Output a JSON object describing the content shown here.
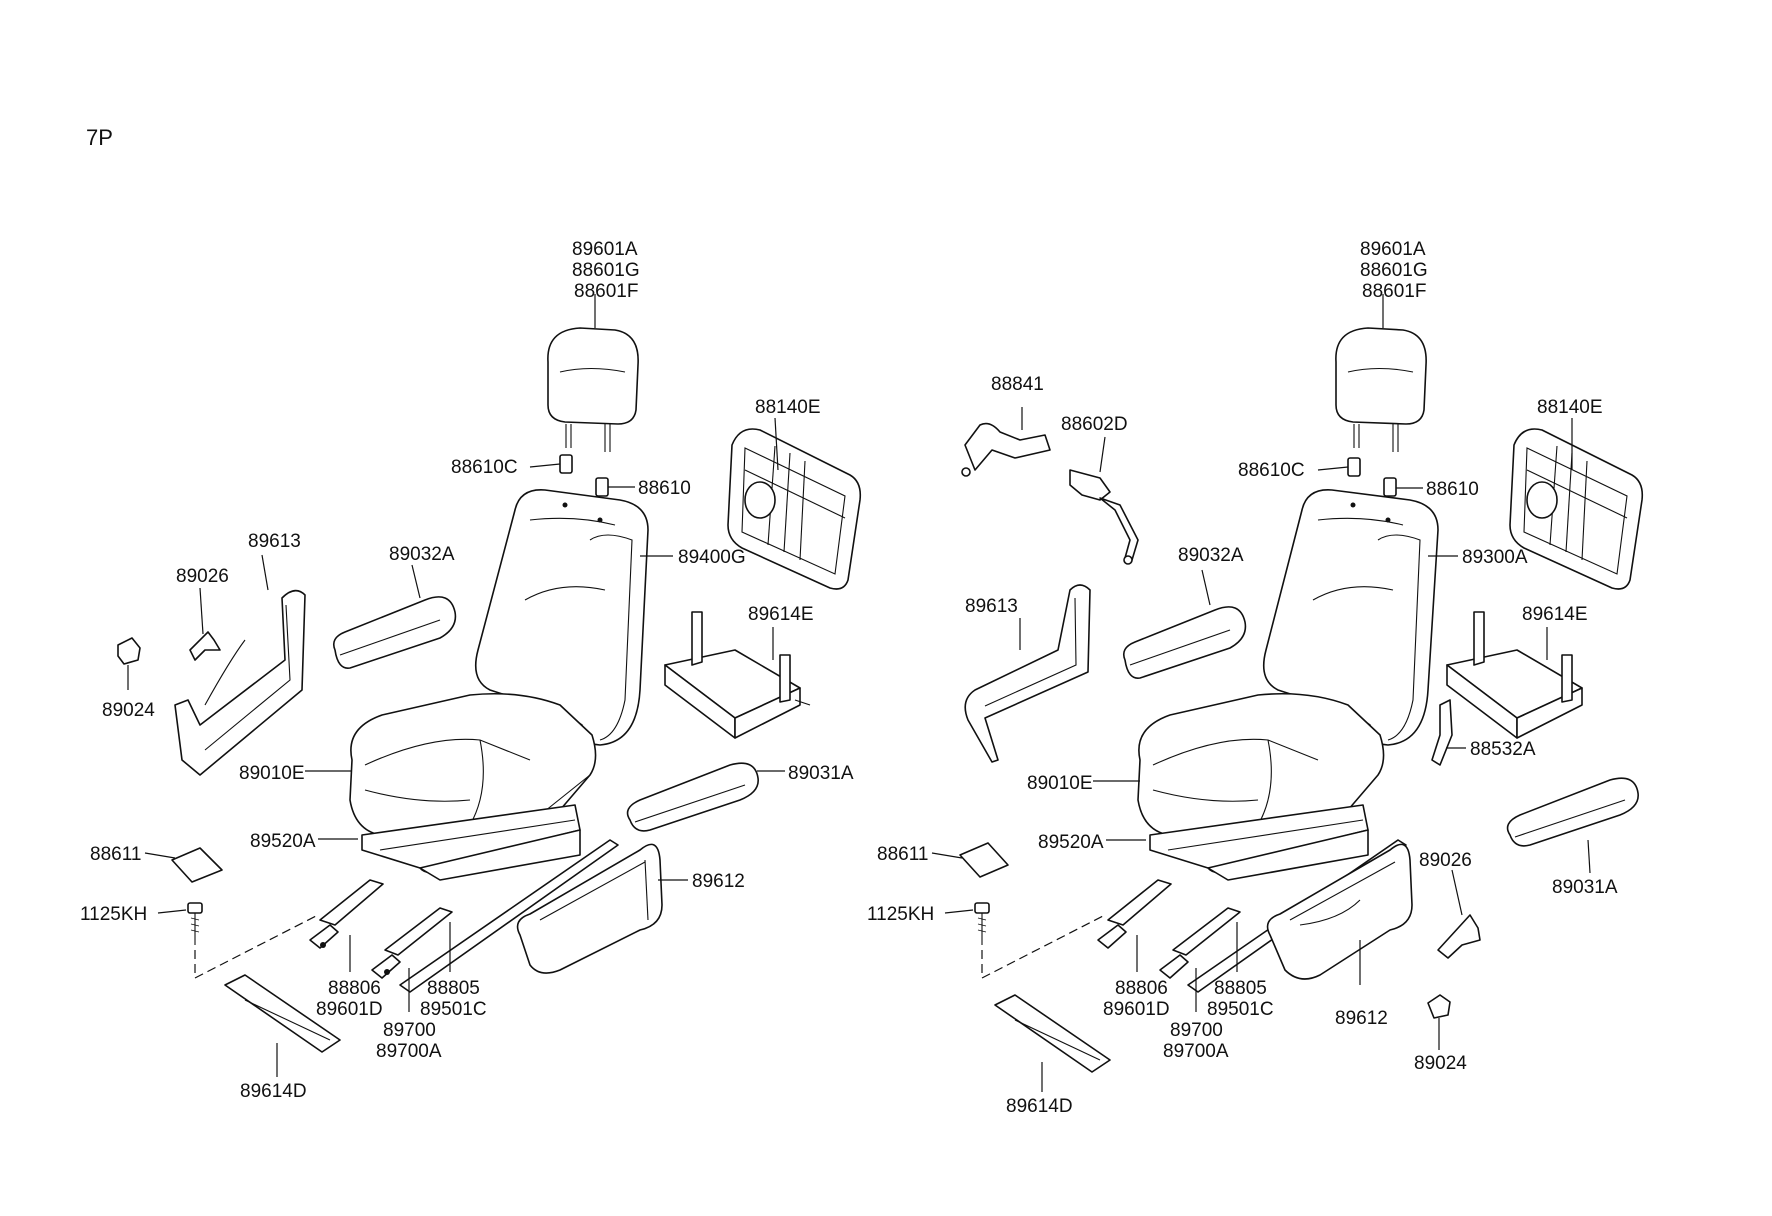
{
  "page_tag": "7P",
  "left_assembly": {
    "labels": [
      {
        "id": "hr1",
        "text": "89601A"
      },
      {
        "id": "hr2",
        "text": "88601G"
      },
      {
        "id": "hr3",
        "text": "88601F"
      },
      {
        "id": "guidec",
        "text": "88610C"
      },
      {
        "id": "guide",
        "text": "88610"
      },
      {
        "id": "frame",
        "text": "88140E"
      },
      {
        "id": "back",
        "text": "89400G"
      },
      {
        "id": "armr",
        "text": "89032A"
      },
      {
        "id": "cover613",
        "text": "89613"
      },
      {
        "id": "lever",
        "text": "89026"
      },
      {
        "id": "knob",
        "text": "89024"
      },
      {
        "id": "tray",
        "text": "89614E"
      },
      {
        "id": "cushion",
        "text": "89010E"
      },
      {
        "id": "arml",
        "text": "89031A"
      },
      {
        "id": "riser",
        "text": "89520A"
      },
      {
        "id": "pad",
        "text": "88611"
      },
      {
        "id": "side",
        "text": "89612"
      },
      {
        "id": "bolt",
        "text": "1125KH"
      },
      {
        "id": "rail1",
        "text": "88806"
      },
      {
        "id": "rail1b",
        "text": "89601D"
      },
      {
        "id": "rail2",
        "text": "88805"
      },
      {
        "id": "rail2b",
        "text": "89501C"
      },
      {
        "id": "track",
        "text": "89700"
      },
      {
        "id": "trackb",
        "text": "89700A"
      },
      {
        "id": "plate",
        "text": "89614D"
      }
    ]
  },
  "right_assembly": {
    "labels": [
      {
        "id": "hr1",
        "text": "89601A"
      },
      {
        "id": "hr2",
        "text": "88601G"
      },
      {
        "id": "hr3",
        "text": "88601F"
      },
      {
        "id": "belt1",
        "text": "88841"
      },
      {
        "id": "belt2",
        "text": "88602D"
      },
      {
        "id": "guidec",
        "text": "88610C"
      },
      {
        "id": "guide",
        "text": "88610"
      },
      {
        "id": "frame",
        "text": "88140E"
      },
      {
        "id": "back",
        "text": "89300A"
      },
      {
        "id": "armr",
        "text": "89032A"
      },
      {
        "id": "cover613",
        "text": "89613"
      },
      {
        "id": "tray",
        "text": "89614E"
      },
      {
        "id": "bracket",
        "text": "88532A"
      },
      {
        "id": "cushion",
        "text": "89010E"
      },
      {
        "id": "riser",
        "text": "89520A"
      },
      {
        "id": "pad",
        "text": "88611"
      },
      {
        "id": "lever",
        "text": "89026"
      },
      {
        "id": "arml",
        "text": "89031A"
      },
      {
        "id": "bolt",
        "text": "1125KH"
      },
      {
        "id": "rail1",
        "text": "88806"
      },
      {
        "id": "rail1b",
        "text": "89601D"
      },
      {
        "id": "rail2",
        "text": "88805"
      },
      {
        "id": "rail2b",
        "text": "89501C"
      },
      {
        "id": "side",
        "text": "89612"
      },
      {
        "id": "track",
        "text": "89700"
      },
      {
        "id": "trackb",
        "text": "89700A"
      },
      {
        "id": "knob",
        "text": "89024"
      },
      {
        "id": "plate",
        "text": "89614D"
      }
    ]
  }
}
